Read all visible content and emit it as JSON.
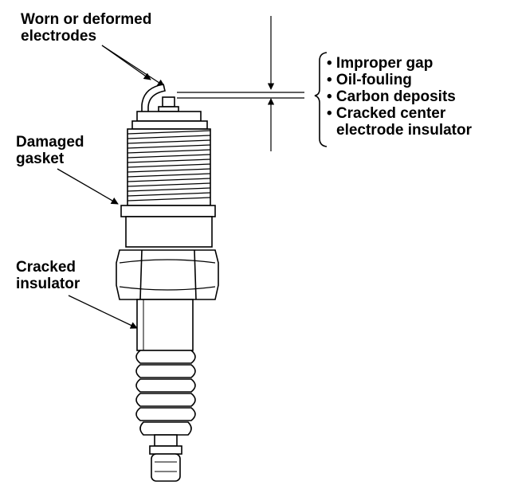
{
  "callouts": {
    "worn_electrodes": [
      "Worn or deformed",
      "electrodes"
    ],
    "damaged_gasket": [
      "Damaged",
      "gasket"
    ],
    "cracked_insulator": [
      "Cracked",
      "insulator"
    ]
  },
  "gap_issues": [
    "• Improper gap",
    "• Oil-fouling",
    "• Carbon deposits",
    "• Cracked center",
    "electrode insulator"
  ],
  "colors": {
    "ink": "#000000",
    "background": "#ffffff"
  }
}
